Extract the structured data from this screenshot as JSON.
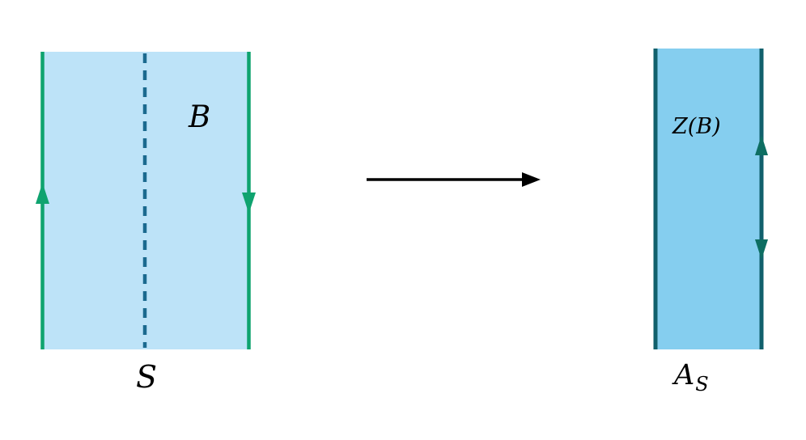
{
  "figure": {
    "description": "Mapping of a strip surface S with boundary condition B to the algebra A_S with center Z(B)",
    "left": {
      "interior_label": "B",
      "bottom_label": "S"
    },
    "right": {
      "interior_label": "Z(B)",
      "bottom_label_base": "A",
      "bottom_label_sub": "S"
    }
  },
  "colors": {
    "background": "#ffffff",
    "left_fill": "#bde3f8",
    "left_edge": "#0fa36f",
    "dashed_line": "#1b6a8f",
    "right_fill": "#85ceef",
    "right_edge": "#11606c",
    "right_arrow": "#0e6e62",
    "map_arrow": "#000000",
    "label": "#000000"
  }
}
